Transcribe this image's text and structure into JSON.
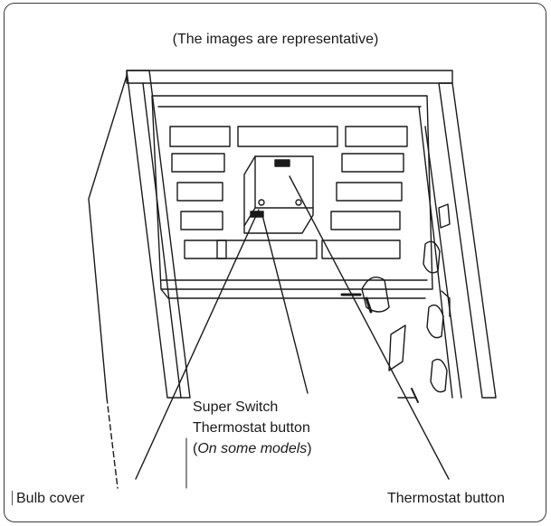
{
  "caption": "(The images are representative)",
  "callouts": {
    "super_switch_line1": "Super Switch",
    "super_switch_line2": "Thermostat button",
    "super_switch_line3_open": "(",
    "super_switch_line3_italic": "On some models",
    "super_switch_line3_close": ")",
    "bulb_cover": "Bulb cover",
    "thermostat_button": "Thermostat button"
  },
  "colors": {
    "frame": "#3a3a3a",
    "line": "#1a1a1a"
  }
}
